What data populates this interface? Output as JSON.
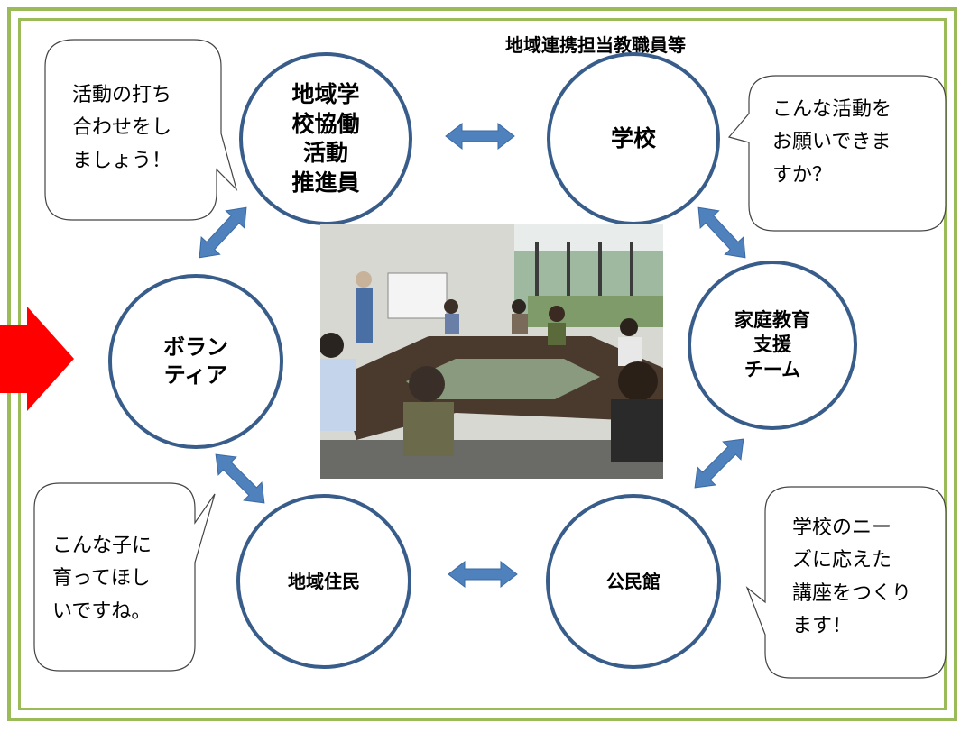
{
  "header": {
    "coordinator_label": "地域連携担当教職員等"
  },
  "nodes": {
    "promoter": "地域学\n校協働\n活動\n推進員",
    "school": "学校",
    "volunteer": "ボラン\nティア",
    "family_support": "家庭教育\n支援\nチーム",
    "residents": "地域住民",
    "community_hall": "公民館"
  },
  "bubbles": {
    "promoter_speech": "活動の打ち\n合わせをし\nましょう！",
    "school_speech": "こんな活動を\nお願いできま\nすか？",
    "residents_speech": "こんな子に\n育ってほし\nいですね。",
    "hall_speech": "学校のニー\nズに応えた\n講座をつくり\nます！"
  },
  "colors": {
    "frame": "#9bbb59",
    "circle_border": "#385d8a",
    "arrow": "#4f81bd",
    "pointer": "#ff0000"
  },
  "images": {
    "center_photo": "meeting-room-photo"
  }
}
